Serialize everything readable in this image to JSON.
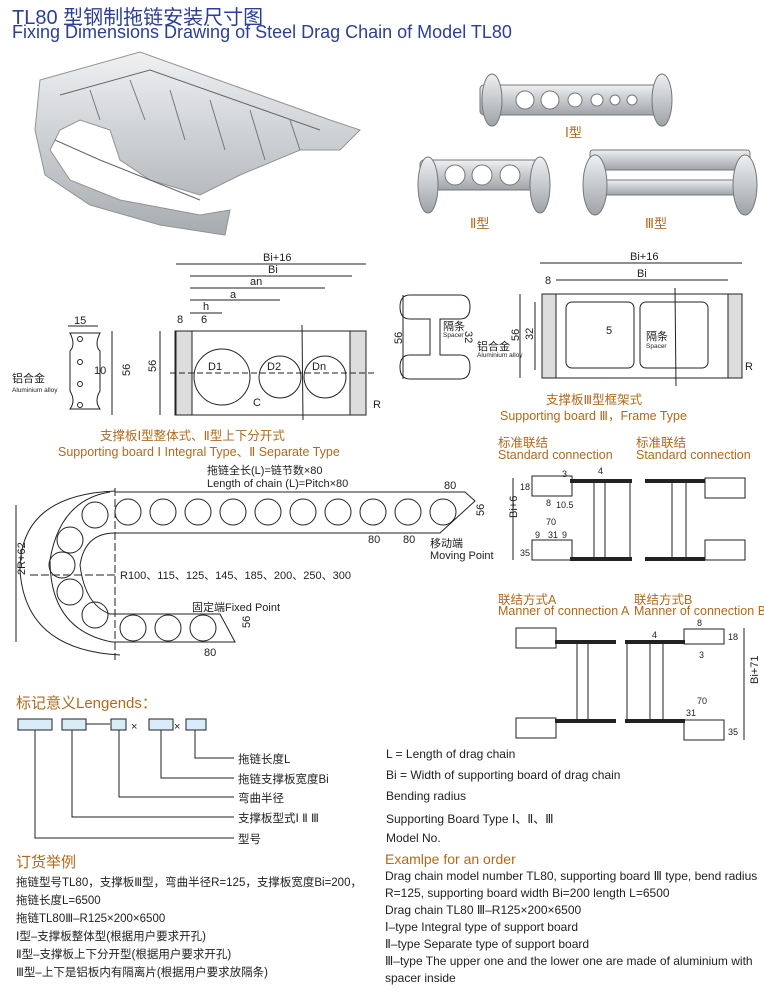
{
  "header": {
    "title_cn": "TL80 型钢制拖链安装尺寸图",
    "title_en": "Fixing Dimensions Drawing of Steel Drag Chain of Model TL80"
  },
  "photos": {
    "type1": "Ⅰ型",
    "type2": "Ⅱ型",
    "type3": "Ⅲ型"
  },
  "board1": {
    "caption_cn": "支撑板Ⅰ型整体式、Ⅱ型上下分开式",
    "caption_en": "Supporting board Ⅰ Integral Type、Ⅱ Separate Type",
    "material_cn": "铝合金",
    "material_en": "Aluminium alloy",
    "dims": {
      "w15": "15",
      "d10": "10",
      "h56": "56",
      "bi16": "Bi+16",
      "bi": "Bi",
      "an": "an",
      "a": "a",
      "h": "h",
      "d8": "8",
      "d6": "6",
      "D1": "D1",
      "D2": "D2",
      "Dn": "Dn",
      "C": "C",
      "R": "R"
    }
  },
  "board3": {
    "caption_cn": "支撑板Ⅲ型框架式",
    "caption_en": "Supporting board Ⅲ，Frame Type",
    "spacer_cn": "隔条",
    "spacer_en": "Spacer",
    "material_cn": "铝合金",
    "material_en": "Aluminium alloy",
    "dims": {
      "h56": "56",
      "h32": "32",
      "bi16": "Bi+16",
      "bi": "Bi",
      "d8": "8",
      "d5": "5",
      "R": "R"
    }
  },
  "chain": {
    "length_cn": "拖链全长(L)=链节数×80",
    "length_en": "Length of chain (L)=Pitch×80",
    "radii": "R100、115、125、145、185、200、250、300",
    "height": "2R+62",
    "moving_cn": "移动端",
    "moving_en": "Moving Point",
    "fixed": "固定端Fixed Point",
    "pitch": "80",
    "h56": "56"
  },
  "connections": {
    "standard_cn": "标准联结",
    "standard_en": "Standard connection",
    "a_cn": "联结方式A",
    "a_en": "Manner of connection A",
    "b_cn": "联结方式B",
    "b_en": "Manner of connection B",
    "dims": {
      "bi6": "Bi+6",
      "bi71": "Bi+71",
      "d18": "18",
      "d3": "3",
      "d4": "4",
      "d8": "8",
      "d105": "10.5",
      "d70": "70",
      "d9": "9",
      "d31": "31",
      "d35": "35"
    }
  },
  "legend": {
    "heading": "标记意义Lengends：",
    "items_cn": [
      "拖链长度L",
      "拖链支撑板宽度Bi",
      "弯曲半径",
      "支撑板型式Ⅰ Ⅱ Ⅲ",
      "型号"
    ],
    "items_en": [
      "L = Length of drag chain",
      "Bi = Width of supporting board of drag chain",
      "Bending radius",
      "Supporting Board Type Ⅰ、Ⅱ、Ⅲ",
      "Model No."
    ],
    "box_fill": "#d8ecf8"
  },
  "order_cn": {
    "heading": "订货举例",
    "lines": [
      "拖链型号TL80，支撑板Ⅲ型，弯曲半径R=125，支撑板宽度Bi=200，",
      "拖链长度L=6500",
      "拖链TL80Ⅲ–R125×200×6500",
      "Ⅰ型–支撑板整体型(根据用户要求开孔)",
      "Ⅱ型–支撑板上下分开型(根据用户要求开孔)",
      "Ⅲ型–上下是铝板内有隔离片(根据用户要求放隔条)"
    ]
  },
  "order_en": {
    "heading": "Examlpe for an order",
    "lines": [
      "Drag chain model number TL80, supporting board Ⅲ type, bend radius",
      "R=125, supporting board width Bi=200 length L=6500",
      "Drag chain TL80 Ⅲ–R125×200×6500",
      "Ⅰ–type Integral type of support board",
      "Ⅱ–type Separate type of support board",
      "Ⅲ–type The upper one and the lower one are made of aluminium with",
      "spacer inside"
    ]
  },
  "colors": {
    "title": "#2b3f96",
    "heading": "#b06a1c",
    "metal": "#c9ccd0"
  }
}
